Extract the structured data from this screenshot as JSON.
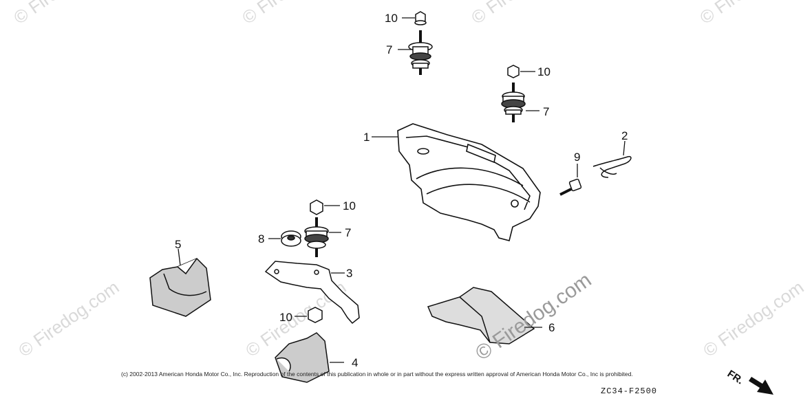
{
  "diagram": {
    "callouts": {
      "c10a": "10",
      "c7a": "7",
      "c10b": "10",
      "c7b": "7",
      "c1": "1",
      "c2": "2",
      "c9": "9",
      "c10c": "10",
      "c7c": "7",
      "c8": "8",
      "c5": "5",
      "c3": "3",
      "c10d": "10",
      "c6": "6",
      "c4": "4"
    },
    "front_label": "FR.",
    "copyright": "(c) 2002-2013 American Honda Motor Co., Inc. Reproduction of the contents of this publication in whole or in part without the express written approval of American Honda Motor Co., Inc is prohibited.",
    "diagram_code": "ZC34-F2500"
  },
  "watermark": {
    "text": "© Firedog.com",
    "short": "© Firedo"
  }
}
